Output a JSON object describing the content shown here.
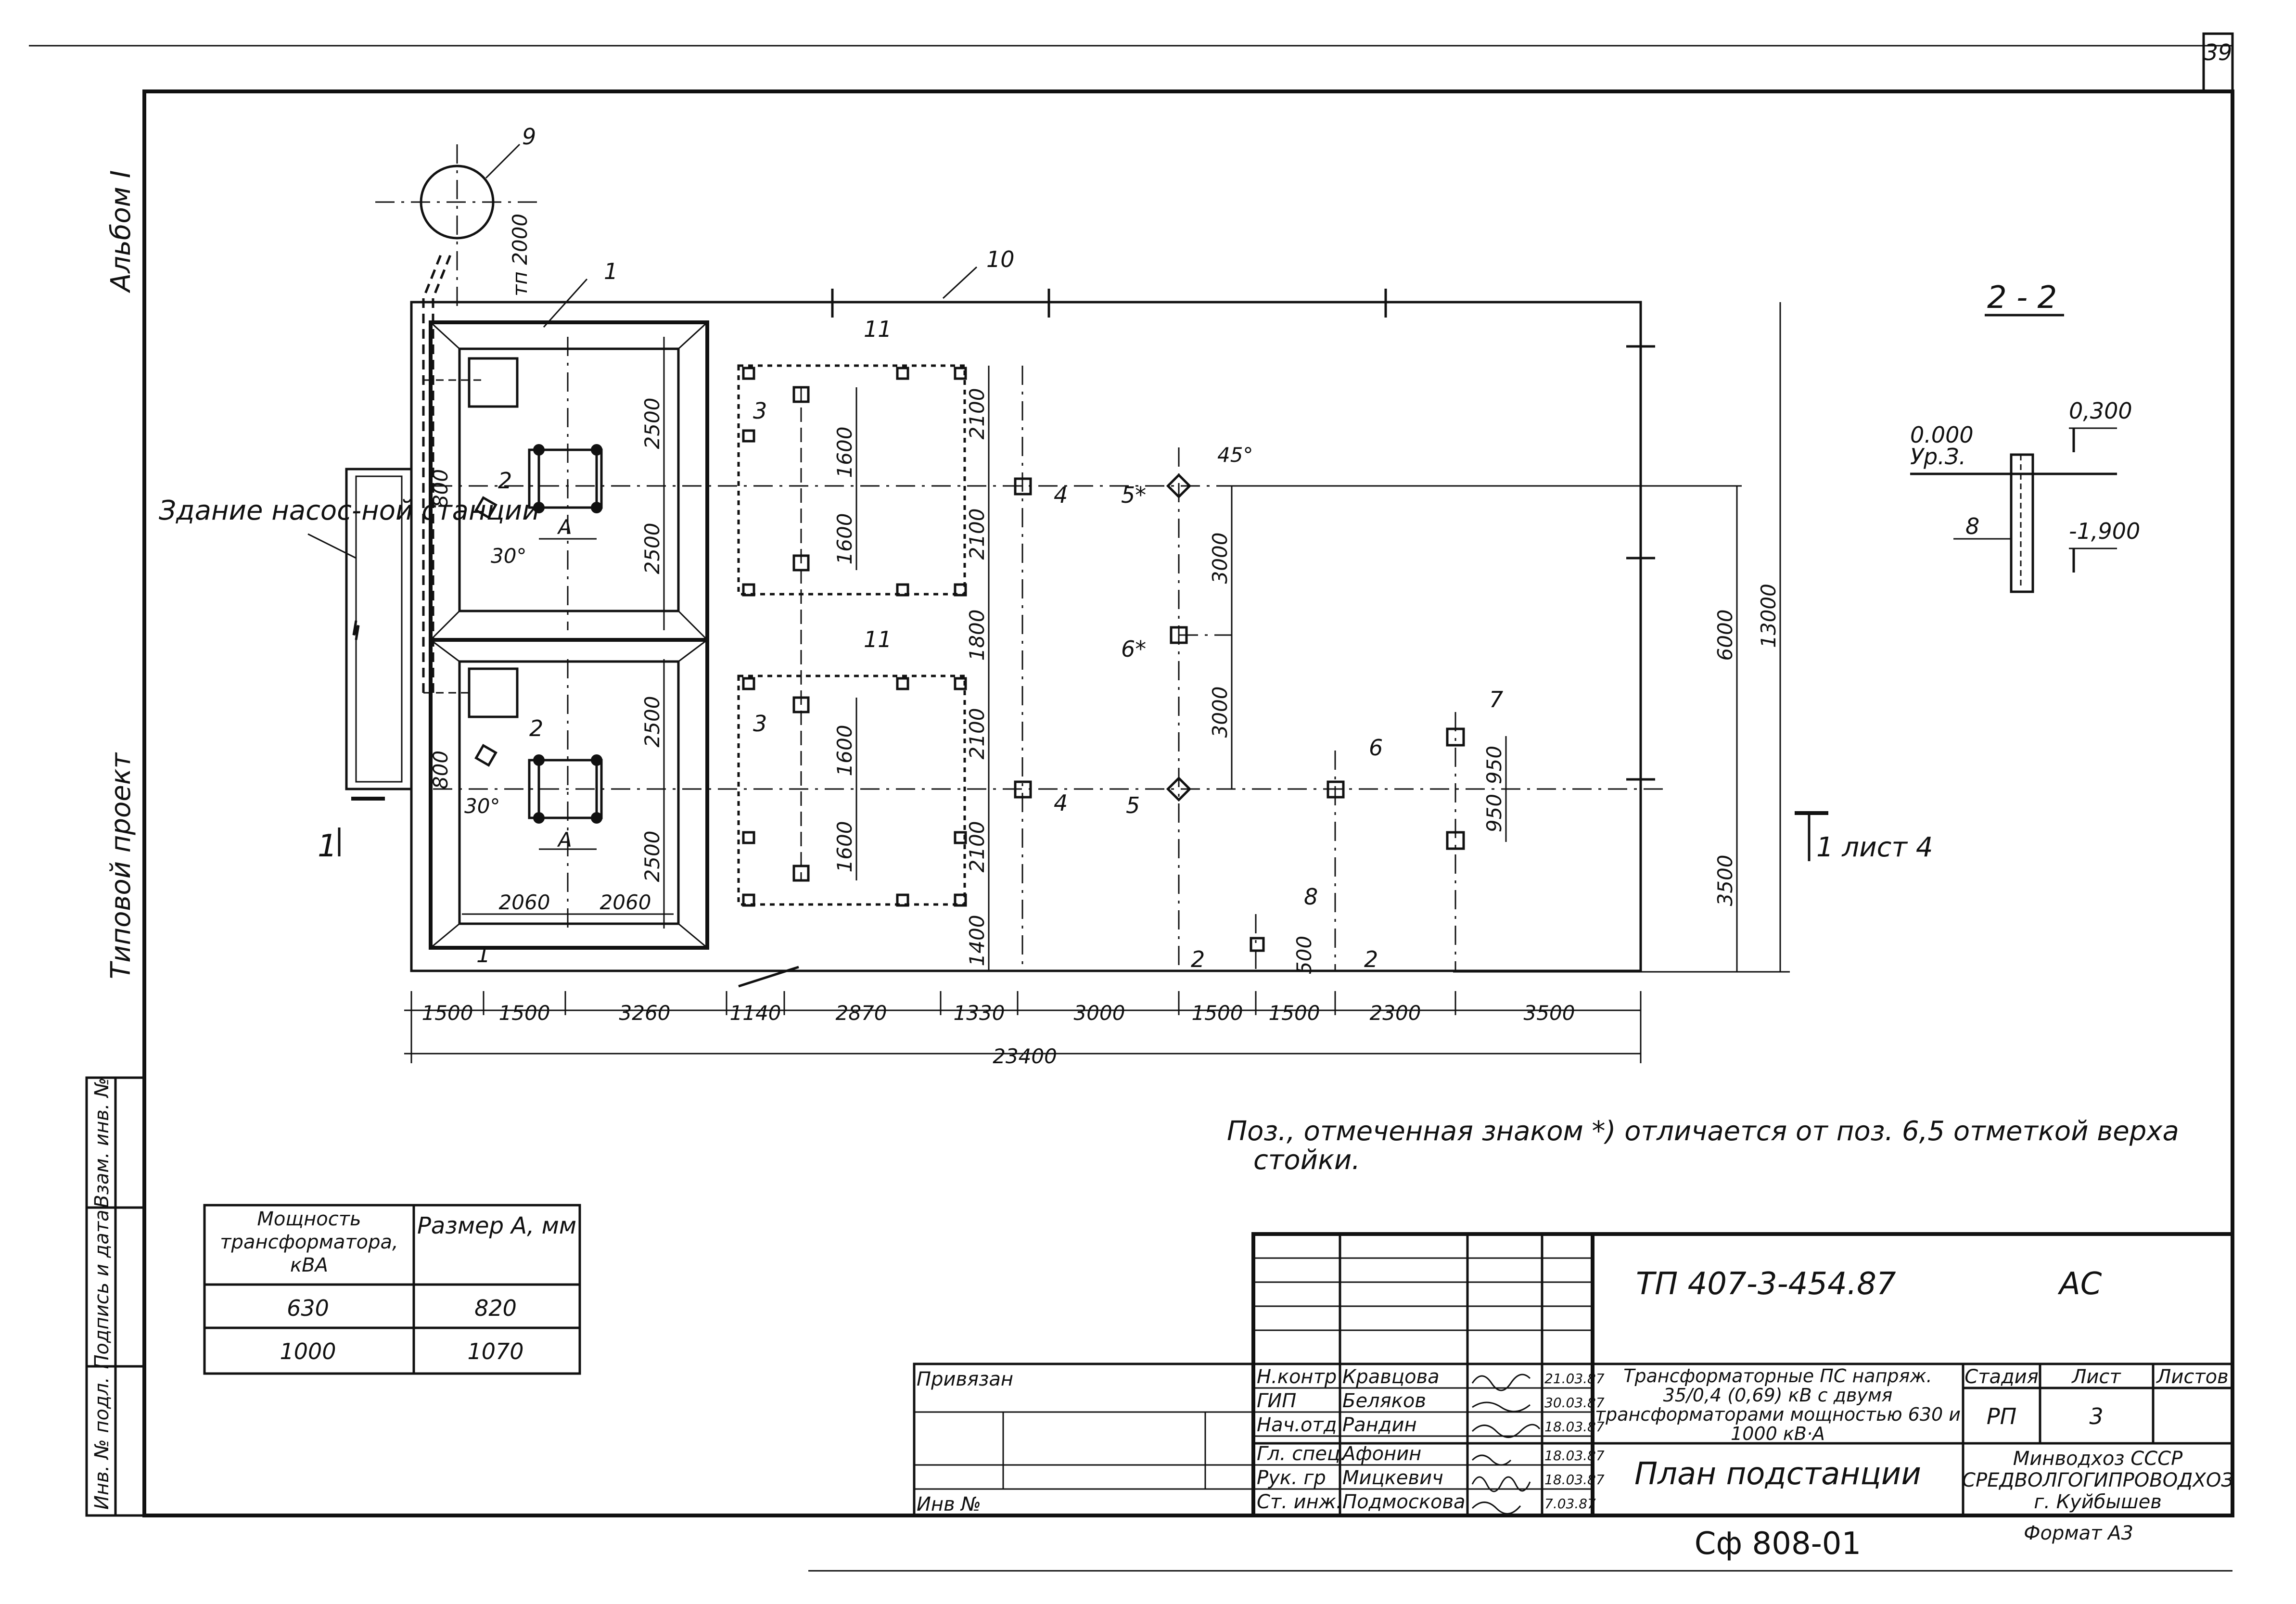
{
  "sheet_number": "39",
  "side_labels": {
    "album": "Альбом I",
    "project_type": "Типовой проект",
    "stamp_columns": [
      "Инв. № подл.",
      "Подпись и дата",
      "Взам. инв. №"
    ]
  },
  "plan": {
    "pump_building_label": "Здание насос-ной станции",
    "position_labels": [
      "1",
      "1",
      "2",
      "2",
      "3",
      "3",
      "4",
      "4",
      "5*",
      "5",
      "6*",
      "6",
      "7",
      "8",
      "9",
      "10",
      "11",
      "11"
    ],
    "dim_h_bottom": [
      "1500",
      "1500",
      "3260",
      "1140",
      "2870",
      "1330",
      "3000",
      "1500",
      "1500",
      "2300",
      "3500"
    ],
    "dim_total": "23400",
    "dim_v_right": [
      "6000",
      "13000",
      "3500"
    ],
    "dim_v_between": [
      "2100",
      "2100",
      "1800",
      "2100",
      "2100",
      "1400"
    ],
    "dim_v_trafo_top": [
      "2500",
      "2500"
    ],
    "dim_v_trafo_bottom": [
      "2500",
      "2500"
    ],
    "dim_inner": [
      "1600",
      "1600",
      "1600",
      "1600"
    ],
    "dim_h_trafo": [
      "2060",
      "2060"
    ],
    "dim_col": [
      "3000",
      "3000"
    ],
    "dim_small": [
      "950",
      "950",
      "800",
      "800",
      "500"
    ],
    "dim_pipe": "тп 2000",
    "angles": [
      "30°",
      "30°",
      "45°"
    ],
    "a_mark": "А",
    "section_marks": [
      "1",
      "1 лист 4",
      "2",
      "2"
    ]
  },
  "section": {
    "title": "2 - 2",
    "level_zero": "0.000",
    "level_label": "Ур.З.",
    "top": "0,300",
    "bottom": "-1,900",
    "pos": "8"
  },
  "note": "Поз., отмеченная знаком *) отличается от поз. 6,5 отметкой верха стойки.",
  "table": {
    "headers": [
      "Мощность трансформатора, кВА",
      "Размер А, мм"
    ],
    "rows": [
      [
        "630",
        "820"
      ],
      [
        "1000",
        "1070"
      ]
    ]
  },
  "title_block": {
    "doc_code": "ТП 407-3-454.87",
    "mark": "АС",
    "attached": "Привязан",
    "inv_no": "Инв №",
    "roles": [
      "Н.контр",
      "ГИП",
      "Нач.отд",
      "Гл. спец.",
      "Рук. гр",
      "Ст. инж."
    ],
    "names": [
      "Кравцова",
      "Беляков",
      "Рандин",
      "Афонин",
      "Мицкевич",
      "Подмоскова"
    ],
    "dates": [
      "21.03.87",
      "30.03.87",
      "18.03.87",
      "18.03.87",
      "18.03.87",
      "7.03.87"
    ],
    "description": "Трансформаторные ПС напряж. 35/0,4 (0,69) кВ с двумя трансформаторами мощностью 630 и 1000 кВ·А",
    "sheet_title": "План подстанции",
    "stage_header": "Стадия",
    "sheet_header": "Лист",
    "sheets_header": "Листов",
    "stage": "РП",
    "sheet": "3",
    "org": [
      "Минводхоз СССР",
      "СРЕДВОЛГОГИПРОВОДХОЗ",
      "г. Куйбышев"
    ],
    "format": "Формат А3",
    "archive": "Сф 808-01"
  }
}
